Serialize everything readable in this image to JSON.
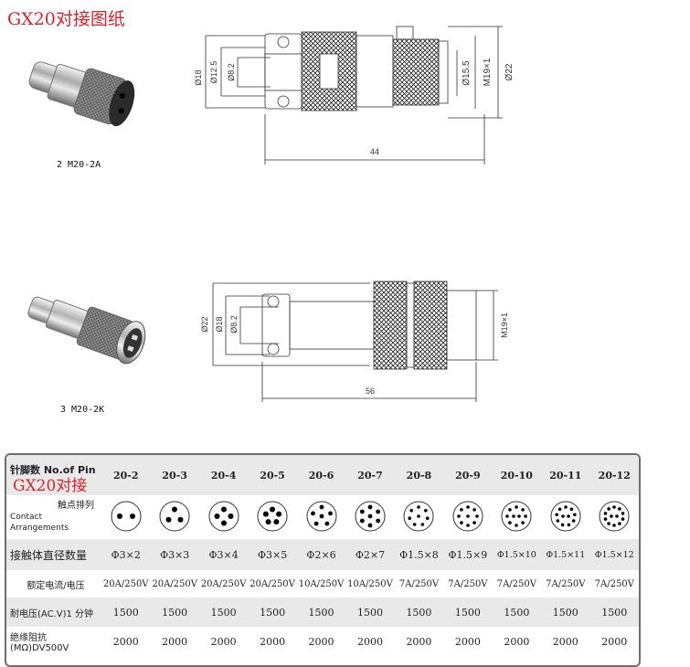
{
  "title": "GX20对接图纸",
  "overlay_title": "GX20对接",
  "connectors": [
    {
      "caption": "2 M20-2A"
    },
    {
      "caption": "3  M20-2K"
    }
  ],
  "drawing_top": {
    "dims_left": [
      "Ø18",
      "Ø12.5",
      "Ø8.2"
    ],
    "dims_right": [
      "Ø15.5",
      "M19×1",
      "Ø22"
    ],
    "length": "44"
  },
  "drawing_bottom": {
    "dims_left": [
      "Ø22",
      "Ø18",
      "Ø8.2"
    ],
    "dims_right": [
      "M19×1"
    ],
    "length": "56"
  },
  "table": {
    "header_label": "针脚数 No.of Pin",
    "pins": [
      "20-2",
      "20-3",
      "20-4",
      "20-5",
      "20-6",
      "20-7",
      "20-8",
      "20-9",
      "20-10",
      "20-11",
      "20-12"
    ],
    "contact_label_cn": "触点排列",
    "contact_label_en": "Contact Arrangements",
    "pin_counts": [
      2,
      3,
      4,
      5,
      6,
      7,
      8,
      9,
      10,
      11,
      12
    ],
    "diameter_label": "接触体直径数量",
    "diameters": [
      "Φ3×2",
      "Φ3×3",
      "Φ3×4",
      "Φ3×5",
      "Φ2×6",
      "Φ2×7",
      "Φ1.5×8",
      "Φ1.5×9",
      "Φ1.5×10",
      "Φ1.5×11",
      "Φ1.5×12"
    ],
    "current_label": "额定电流/电压",
    "currents": [
      "20A/250V",
      "20A/250V",
      "20A/250V",
      "20A/250V",
      "10A/250V",
      "10A/250V",
      "7A/250V",
      "7A/250V",
      "7A/250V",
      "7A/250V",
      "7A/250V"
    ],
    "voltage_label": "耐电压(AC.V)1 分钟",
    "voltages": [
      "1500",
      "1500",
      "1500",
      "1500",
      "1500",
      "1500",
      "1500",
      "1500",
      "1500",
      "1500",
      "1500"
    ],
    "insulation_label": "绝缘阻抗(MΩ)DV500V",
    "insulations": [
      "2000",
      "2000",
      "2000",
      "2000",
      "2000",
      "2000",
      "2000",
      "2000",
      "2000",
      "2000",
      "2000"
    ]
  }
}
